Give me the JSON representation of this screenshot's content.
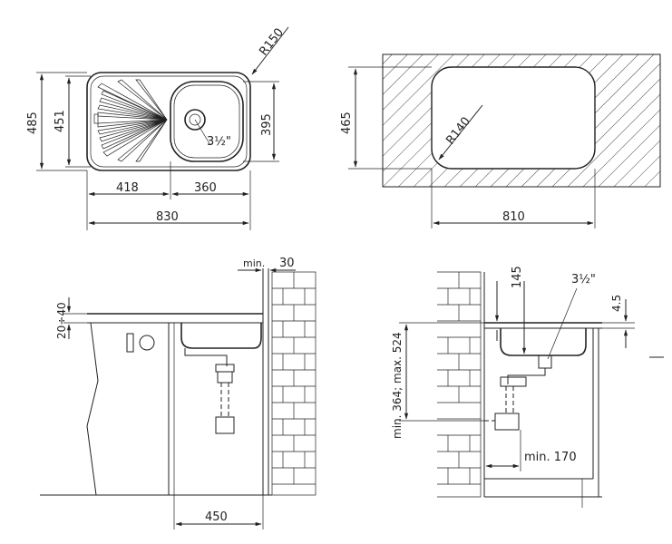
{
  "top_left": {
    "radius_label": "R150",
    "overall_depth": "485",
    "bowl_outer_depth": "451",
    "bowl_depth": "395",
    "drainer_width": "418",
    "bowl_width": "360",
    "overall_width": "830",
    "waste_size": "3½\""
  },
  "top_right": {
    "cutout_depth": "465",
    "cutout_radius": "R140",
    "cutout_width": "810"
  },
  "bottom_left": {
    "min_label": "min.",
    "gap_value": "30",
    "worktop_thickness": "20÷40",
    "cabinet_width": "450"
  },
  "bottom_right": {
    "drop_value": "145",
    "waste_size": "3½\"",
    "rim_height": "4.5",
    "height_range": "min. 364; max. 524",
    "min_clearance": "min. 170"
  }
}
